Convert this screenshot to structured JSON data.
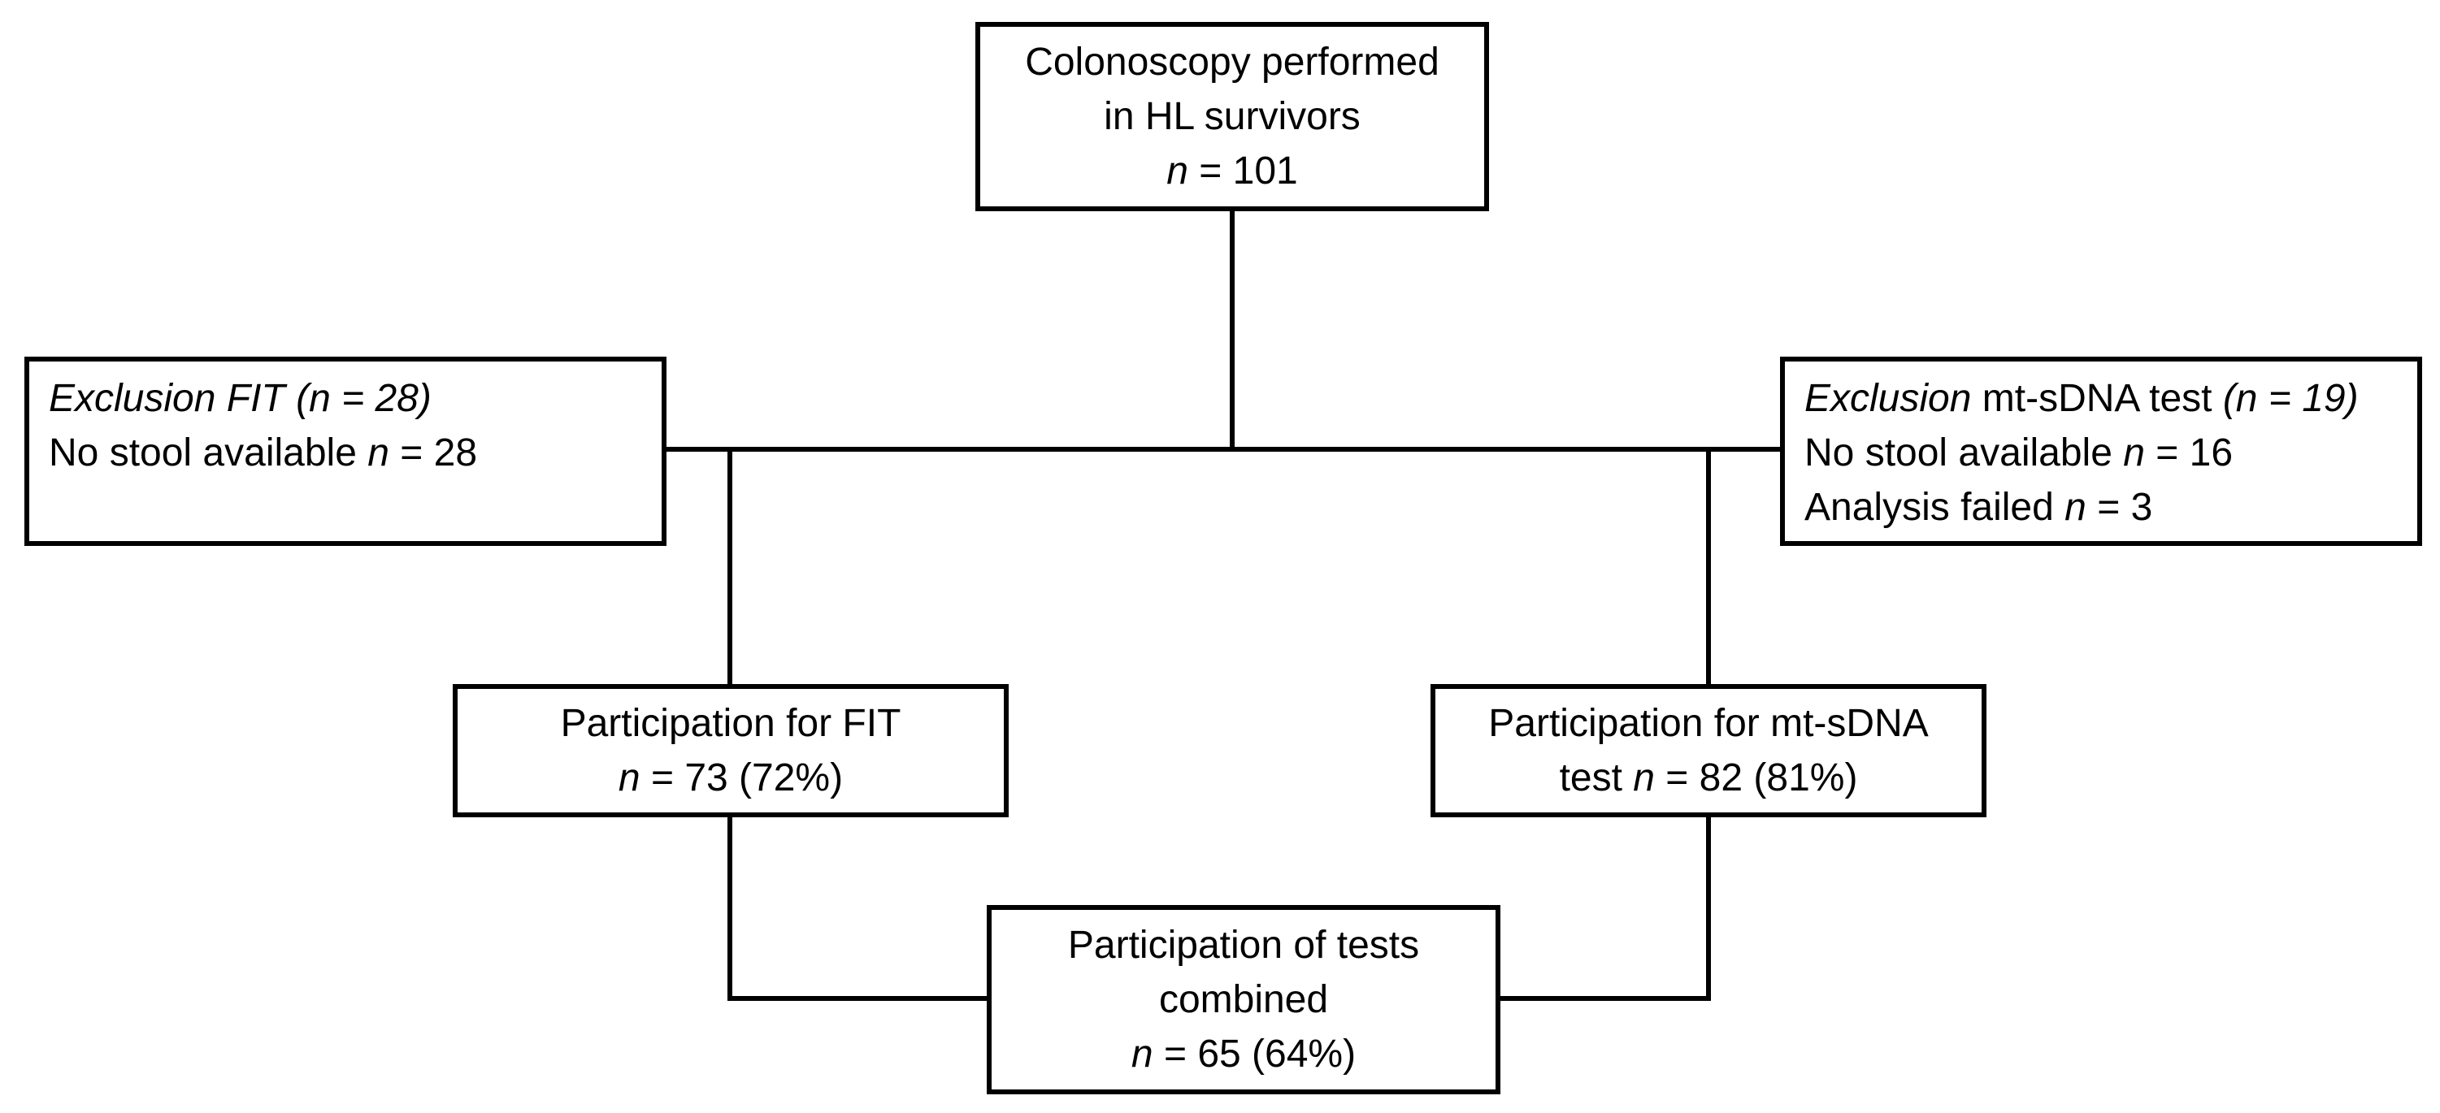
{
  "boxes": {
    "colonoscopy": {
      "line1": "Colonoscopy performed",
      "line2": "in HL survivors",
      "n_var": "n",
      "n_rest": " = 101"
    },
    "exclusion_fit": {
      "title_italic": "Exclusion FIT (n = 28)",
      "reason_text": "No stool available ",
      "reason_n_var": "n",
      "reason_n_rest": " = 28"
    },
    "exclusion_mt": {
      "title_italic_a": "Exclusion",
      "title_mid": " mt-sDNA test ",
      "title_italic_b": "(n = 19)",
      "reason1_text": "No stool available ",
      "reason1_n_var": "n",
      "reason1_n_rest": " = 16",
      "reason2_text": "Analysis failed ",
      "reason2_n_var": "n",
      "reason2_n_rest": " = 3"
    },
    "participation_fit": {
      "line1": "Participation for FIT",
      "n_var": "n",
      "n_rest": " = 73 (72%)"
    },
    "participation_mt": {
      "line1": "Participation for mt-sDNA",
      "line2_pre": "test ",
      "n_var": "n",
      "n_rest": " = 82 (81%)"
    },
    "combined": {
      "line1": "Participation of tests",
      "line2": "combined",
      "n_var": "n",
      "n_rest": " = 65 (64%)"
    }
  },
  "colors": {
    "stroke": "#000000",
    "background": "#ffffff"
  }
}
